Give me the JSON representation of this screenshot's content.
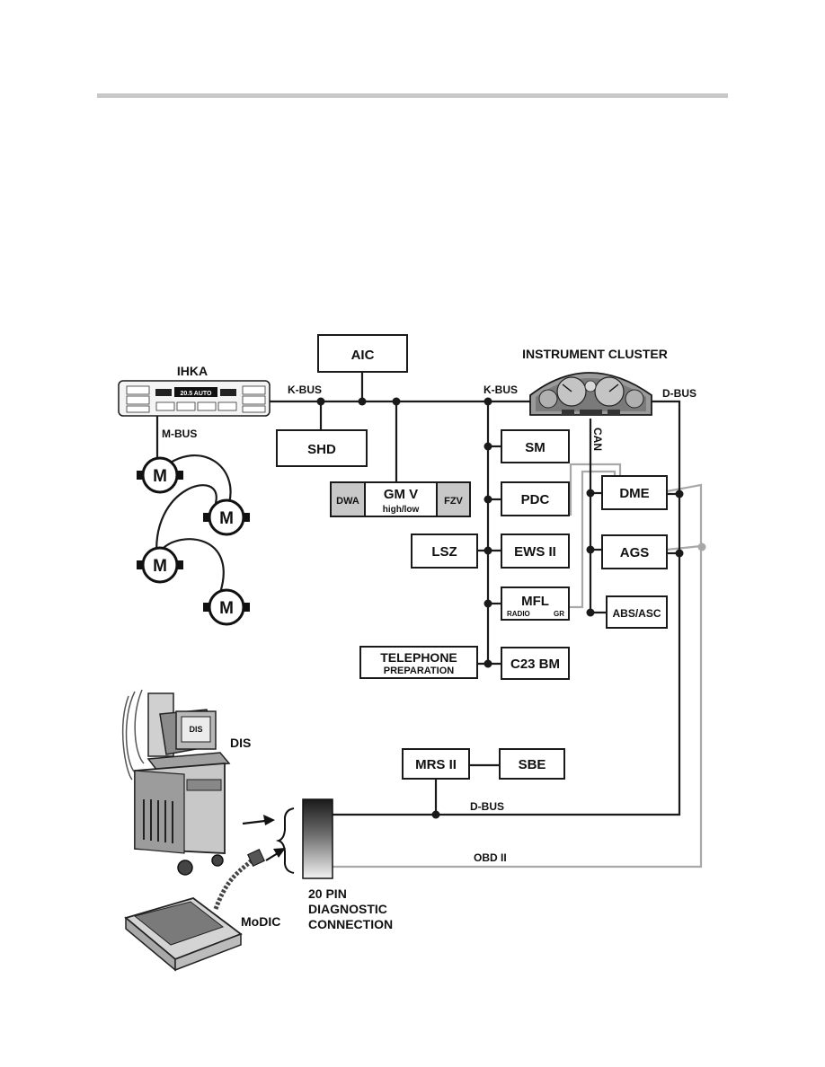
{
  "nodes": {
    "aic": "AIC",
    "instrument_cluster": "INSTRUMENT CLUSTER",
    "ihka": "IHKA",
    "shd": "SHD",
    "sm": "SM",
    "gmv": {
      "dwa": "DWA",
      "main": "GM V",
      "sub": "high/low",
      "fzv": "FZV"
    },
    "pdc": "PDC",
    "dme": "DME",
    "lsz": "LSZ",
    "ews": "EWS II",
    "ags": "AGS",
    "mfl": {
      "main": "MFL",
      "left": "RADIO",
      "right": "GR"
    },
    "abs": "ABS/ASC",
    "telephone": {
      "line1": "TELEPHONE",
      "line2": "PREPARATION"
    },
    "c23": "C23 BM",
    "mrs": "MRS II",
    "sbe": "SBE",
    "motor": "M",
    "dis": "DIS",
    "dis_screen": "DIS",
    "modic": "MoDIC",
    "connector": {
      "line1": "20 PIN",
      "line2": "DIAGNOSTIC",
      "line3": "CONNECTION"
    },
    "ihka_display": "20.5 AUTO"
  },
  "buses": {
    "kbus_left": "K-BUS",
    "kbus_right": "K-BUS",
    "dbus_top": "D-BUS",
    "dbus_bottom": "D-BUS",
    "mbus": "M-BUS",
    "can": "CAN",
    "obd": "OBD II"
  },
  "colors": {
    "line": "#1a1a1a",
    "secondary_line": "#a8a8a8",
    "shaded_box": "#c8c8c8",
    "divider": "#c8c8c8"
  }
}
